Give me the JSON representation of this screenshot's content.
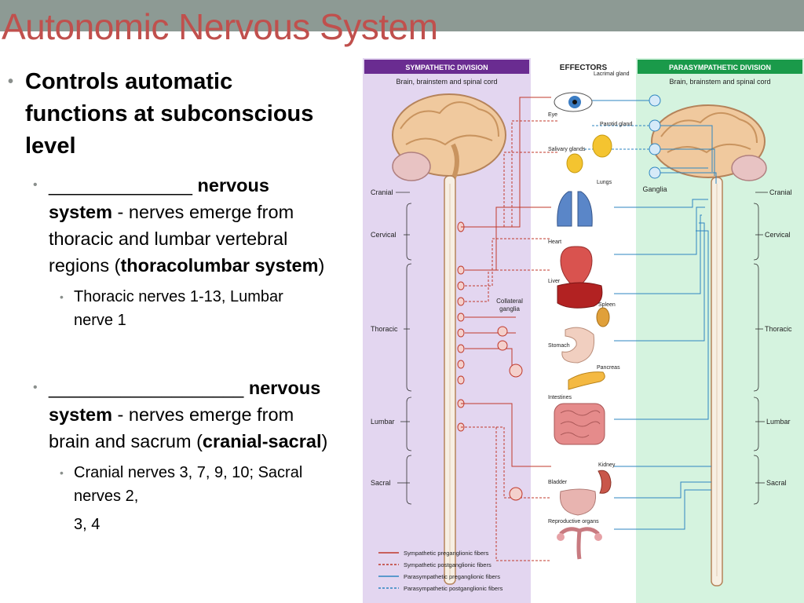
{
  "slide": {
    "title": "Autonomic Nervous System"
  },
  "bullets": {
    "b1": "Controls automatic functions at subconscious level",
    "b2": {
      "blank": "______________",
      "bold1": "nervous system",
      "text1": " - nerves emerge from  thoracic and lumbar vertebral regions (",
      "bold2": "thoracolumbar system",
      "text2": ")"
    },
    "b2_sub": "Thoracic nerves 1-13, Lumbar nerve 1",
    "b3": {
      "blank": "___________________",
      "bold1": "nervous system",
      "text1": " - nerves emerge from brain and sacrum (",
      "bold2": "cranial-sacral",
      "text2": ")"
    },
    "b3_sub": "Cranial nerves 3, 7, 9, 10; Sacral nerves 2,",
    "b3_sub_cont": "3, 4"
  },
  "diagram": {
    "sym_header": "SYMPATHETIC DIVISION",
    "sym_sub": "Brain, brainstem and spinal cord",
    "effectors_header": "EFFECTORS",
    "para_header": "PARASYMPATHETIC DIVISION",
    "para_sub": "Brain, brainstem and spinal cord",
    "regions": [
      "Cranial",
      "Cervical",
      "Thoracic",
      "Lumbar",
      "Sacral"
    ],
    "ganglia_label": "Ganglia",
    "collateral_label_1": "Collateral",
    "collateral_label_2": "ganglia",
    "organs": {
      "lacrimal": "Lacrimal gland",
      "eye": "Eye",
      "parotid": "Parotid gland",
      "salivary": "Salivary glands",
      "lungs": "Lungs",
      "heart": "Heart",
      "liver": "Liver",
      "spleen": "Spleen",
      "stomach": "Stomach",
      "pancreas": "Pancreas",
      "intestines": "Intestines",
      "kidney": "Kidney",
      "bladder": "Bladder",
      "reproductive": "Reproductive organs"
    },
    "legend": [
      {
        "label": "Sympathetic preganglionic fibers",
        "color": "#c0392b",
        "dash": false
      },
      {
        "label": "Sympathetic postganglionic fibers",
        "color": "#c0392b",
        "dash": true
      },
      {
        "label": "Parasympathetic preganglionic fibers",
        "color": "#2e86c1",
        "dash": false
      },
      {
        "label": "Parasympathetic postganglionic fibers",
        "color": "#2e86c1",
        "dash": true
      }
    ],
    "colors": {
      "sym_header_bg": "#6a2c91",
      "sym_panel_bg": "#e3d6f0",
      "para_header_bg": "#1a9a4a",
      "para_panel_bg": "#d5f3df",
      "title": "#c0504d",
      "topbar": "#8d9a94"
    }
  }
}
